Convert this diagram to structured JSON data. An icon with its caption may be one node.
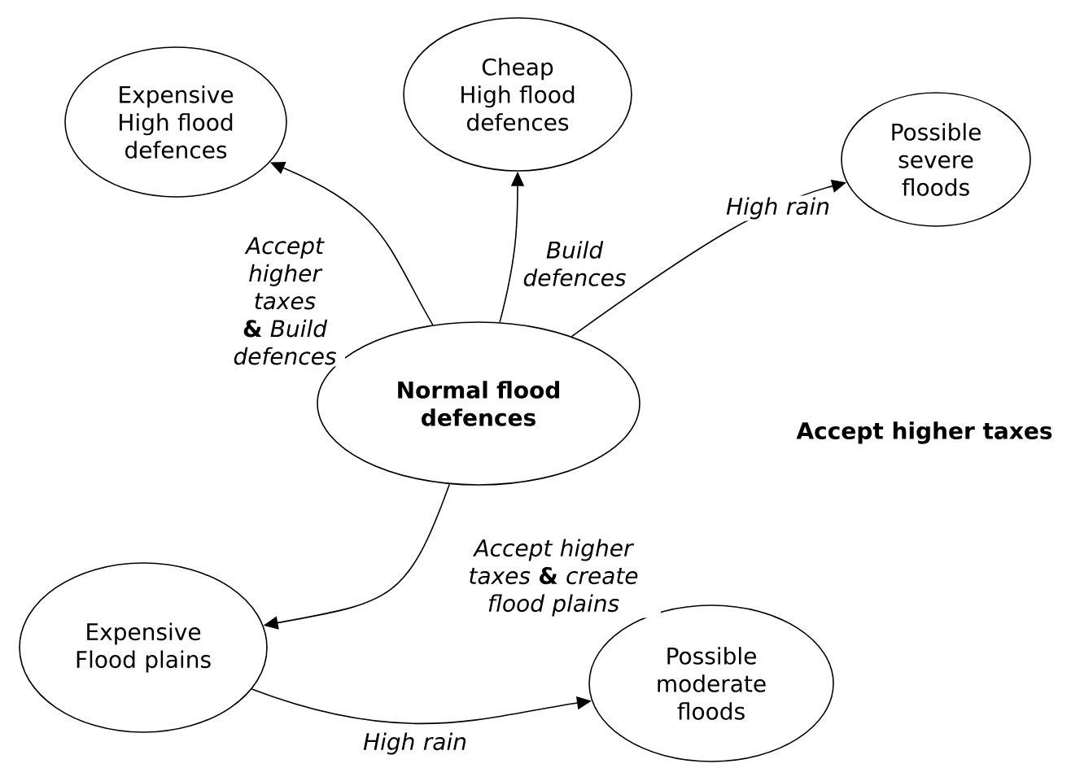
{
  "diagram": {
    "nodes": [
      {
        "text": [
          "Expensive High flood defences"
        ]
      },
      {
        "text": [
          "Cheap High flood defences"
        ]
      },
      {
        "text": [
          "Possible severe floods"
        ]
      },
      {
        "text": [
          "Normal flood defences"
        ]
      },
      {
        "text": [
          "Expensive Flood plains"
        ]
      },
      {
        "text": [
          "Possible moderate floods"
        ]
      }
    ],
    "edges": [
      {
        "from": 3,
        "to": 0,
        "arrow": "to",
        "label": "*Accept higher taxes* **&** *Build defences*"
      },
      {
        "from": 3,
        "to": 1,
        "arrow": "to",
        "label": "Build defences"
      },
      {
        "from": 3,
        "to": 2,
        "arrow": "to",
        "label": "High rain"
      },
      {
        "from": 3,
        "to": 4,
        "arrow": "to",
        "label": "*Accept higher taxes* **&** *create flood plains*"
      },
      {
        "from": 4,
        "to": 5,
        "arrow": "to",
        "label": "High rain"
      }
    ],
    "labels": [
      "Accept higher taxes"
    ]
  }
}
